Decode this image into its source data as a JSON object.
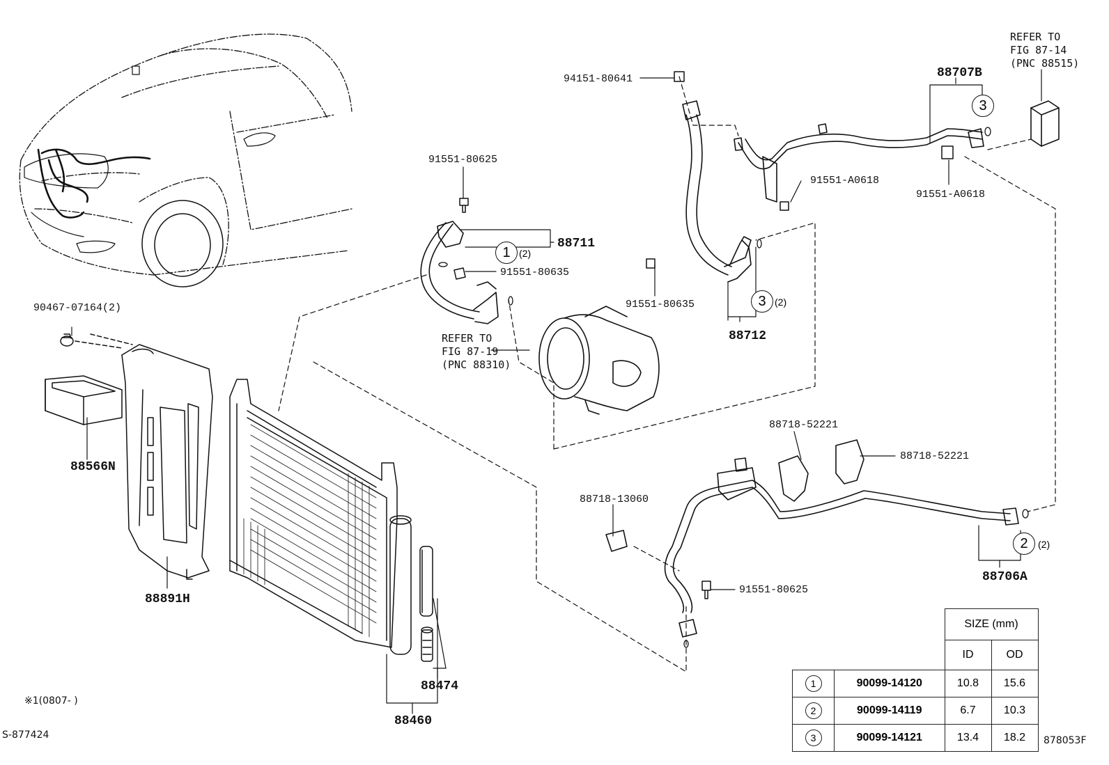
{
  "labels": {
    "p94151_80641": "94151-80641",
    "p88707B": "88707B",
    "refer_88515": [
      "REFER TO",
      "FIG 87-14",
      "(PNC 88515)"
    ],
    "p91551_80625_top": "91551-80625",
    "p88711": "88711",
    "p91551_80635_left": "91551-80635",
    "refer_88310": [
      "REFER TO",
      "FIG 87-19",
      "(PNC 88310)"
    ],
    "p91551_A0618_a": "91551-A0618",
    "p91551_A0618_b": "91551-A0618",
    "p91551_80635_right": "91551-80635",
    "p88712": "88712",
    "p90467_07164": "90467-07164(2)",
    "p88566N": "88566N",
    "p88891H": "88891H",
    "p88718_52221_a": "88718-52221",
    "p88718_52221_b": "88718-52221",
    "p88718_13060": "88718-13060",
    "p91551_80625_bottom": "91551-80625",
    "p88706A": "88706A",
    "p88474": "88474",
    "p88460": "88460"
  },
  "callouts": {
    "c1": "1",
    "c1_qty": "(2)",
    "c2": "2",
    "c2_qty": "(2)",
    "c3a": "3",
    "c3b": "3",
    "c3_qty": "(2)"
  },
  "notes": {
    "date_note": "※1(0807-    )",
    "sheet_id": "S-877424",
    "figure_id": "878053F"
  },
  "size_table": {
    "header": "SIZE (mm)",
    "col_id": "ID",
    "col_od": "OD",
    "rows": [
      {
        "ring": "1",
        "part": "90099-14120",
        "id": "10.8",
        "od": "15.6"
      },
      {
        "ring": "2",
        "part": "90099-14119",
        "id": "6.7",
        "od": "10.3"
      },
      {
        "ring": "3",
        "part": "90099-14121",
        "id": "13.4",
        "od": "18.2"
      }
    ]
  }
}
